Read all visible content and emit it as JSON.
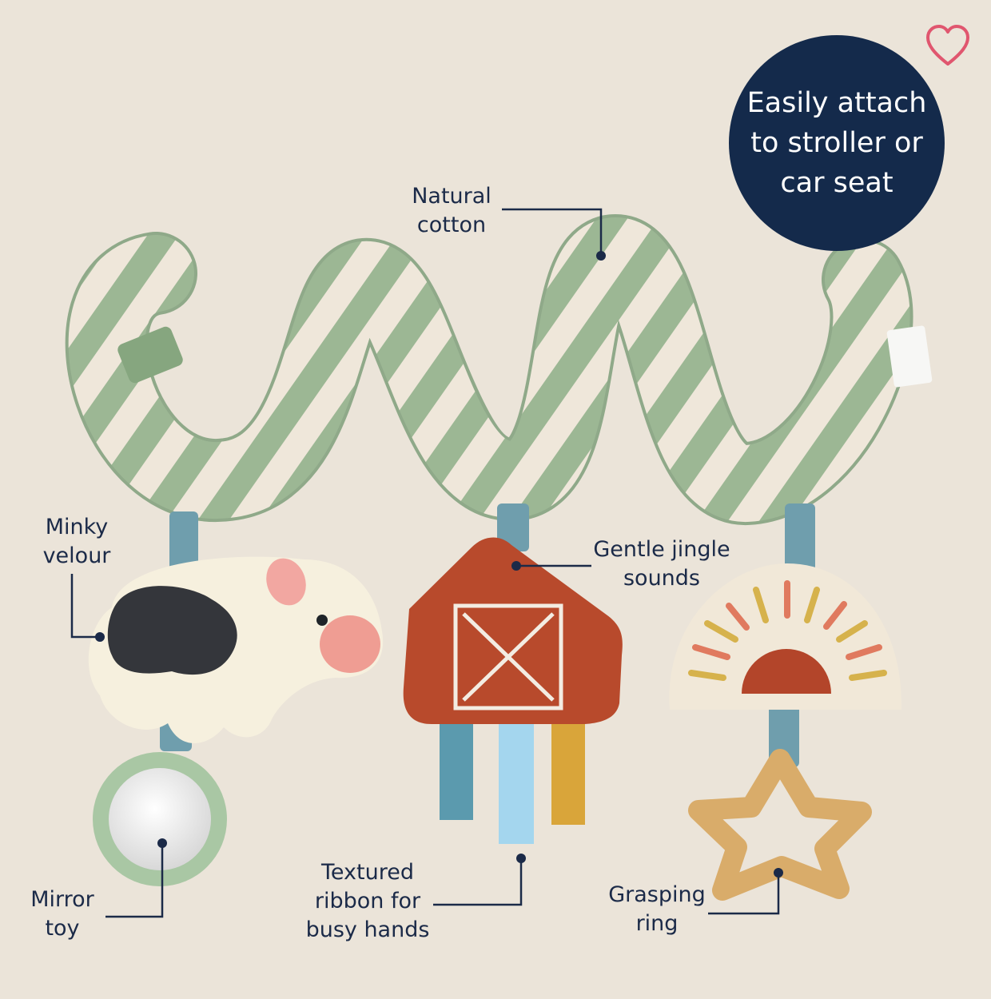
{
  "favorite": {
    "icon": "heart-icon"
  },
  "badge": {
    "lines": [
      "Easily attach",
      "to stroller or",
      "car seat"
    ]
  },
  "callouts": {
    "natural_cotton": [
      "Natural",
      "cotton"
    ],
    "minky_velour": [
      "Minky",
      "velour"
    ],
    "gentle_jingle": [
      "Gentle jingle",
      "sounds"
    ],
    "mirror_toy": [
      "Mirror",
      "toy"
    ],
    "textured_ribbon": [
      "Textured",
      "ribbon for",
      "busy hands"
    ],
    "grasping_ring": [
      "Grasping",
      "ring"
    ]
  },
  "colors": {
    "background": "#ebe4d9",
    "badge": "#142a4b",
    "label_text": "#1b2a48",
    "heart": "#e0566f",
    "stripe_green": "#9cb794",
    "stripe_cream": "#efe7da",
    "barn_red": "#b84a2c",
    "ribbon_blue": "#5b9aae",
    "ribbon_light_blue": "#a4d6ee",
    "ribbon_yellow": "#d9a53a",
    "ring_tan": "#d9ac6a"
  }
}
